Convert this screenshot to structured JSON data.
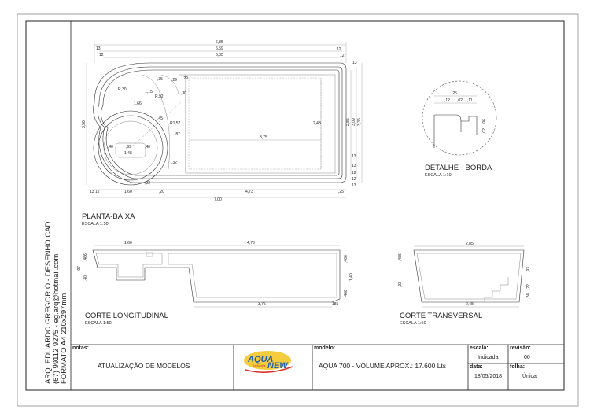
{
  "side_label": {
    "line1": "ARQ. EDUARDO GREGORIO - DESENHO CAD",
    "line2": "(67) 99112 9275 - eg.arq@hotmail.com",
    "line3": "FORMATO A4  210x297mm"
  },
  "views": {
    "plan": {
      "title": "PLANTA-BAIXA",
      "scale": "ESCALA 1:50"
    },
    "detail": {
      "title": "DETALHE - BORDA",
      "scale": "ESCALA 1:10"
    },
    "long_section": {
      "title": "CORTE LONGITUDINAL",
      "scale": "ESCALA 1:50"
    },
    "cross_section": {
      "title": "CORTE  TRANSVERSAL",
      "scale": "ESCALA 1:50"
    }
  },
  "plan_dims": {
    "top1": "6,85",
    "top2": "6,59",
    "top3": "6,35",
    "tl1": "13",
    "tl2": "12",
    "tr1": "12",
    "tr2": "12",
    "tr3": "13",
    "r30": "R,30",
    "d35": ",35",
    "d29a": ",29",
    "d29b": ",29",
    "d115": "1,15",
    "r92": "R,92",
    "d30": ",30",
    "d166": "1,66",
    "d45": ",45",
    "r157": "R1,57",
    "d87": ",87",
    "d69": ",69",
    "d40a": ",40",
    "d40b": ",40",
    "d148": "1,48",
    "d32": ",32",
    "d23": ",23",
    "d248": "2,48",
    "d375": "3,75",
    "left": "3,50",
    "r1": "2,85",
    "r2": "3,09",
    "r3": "3,35",
    "rs1": "13",
    "rs2": "13",
    "rs3": "12",
    "rs4": "12",
    "rs5": "13",
    "b1": "13",
    "b2": "12",
    "b160": "1,60",
    "b20": ",20",
    "b473": "4,73",
    "b25": ",25",
    "total": "7,00"
  },
  "detail_dims": {
    "w": ",25",
    "a": ",12",
    "b": ",02",
    "c": ",11",
    "h1": ",06",
    "h2": ",02"
  },
  "long_dims": {
    "w160": "1,60",
    "w473": "4,73",
    "h97": ",97",
    "h40": ",40",
    "h466a": ",466",
    "h466b": ",466",
    "h140": "1,40",
    "h466c": ",466",
    "w375": "3,75",
    "w185": "185"
  },
  "cross_dims": {
    "w285": "2,85",
    "w248": "2,48",
    "h466": ",466",
    "h93": ",93",
    "h93b": ",93",
    "h24": ",24",
    "h22": ",22"
  },
  "title_block": {
    "notes_label": "notas:",
    "notes_value": "ATUALIZAÇÃO DE MODELOS",
    "logo_word1": "AQUA",
    "logo_word2": "NEW",
    "logo_tag": "Indústria",
    "model_label": "modelo:",
    "model_value": "AQUA 700 - VOLUME APROX.: 17.600 Lts",
    "scale_label": "escala:",
    "scale_value": "Indicada",
    "revision_label": "revisão:",
    "revision_value": "00",
    "date_label": "data:",
    "date_value": "18/05/2018",
    "sheet_label": "folha:",
    "sheet_value": "Única"
  },
  "colors": {
    "logo_blue": "#1f5fb5",
    "logo_yellow": "#f2c31b",
    "logo_red": "#d9332a"
  }
}
